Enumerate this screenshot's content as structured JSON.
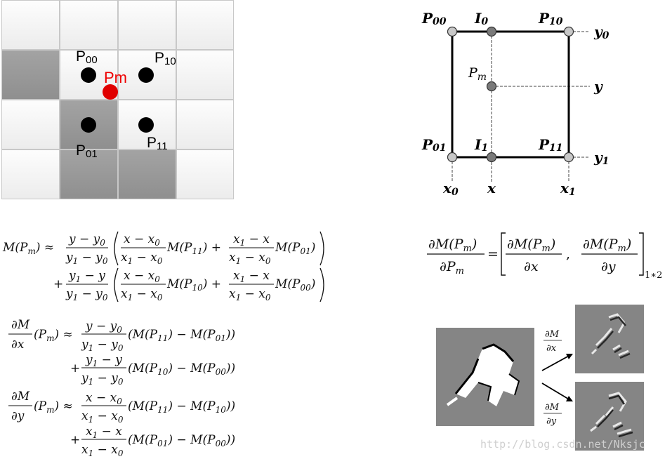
{
  "grid_figure": {
    "labels": {
      "p00": "P",
      "p00_sub": "00",
      "p10": "P",
      "p10_sub": "10",
      "p01": "P",
      "p01_sub": "01",
      "p11": "P",
      "p11_sub": "11",
      "pm": "Pm"
    },
    "colors": {
      "pm": "#ff0000",
      "dark_cell": "#999999",
      "light_cell": "#f3f3f3"
    }
  },
  "interp_figure": {
    "corners": {
      "p00": "P",
      "p00_sub": "00",
      "p10": "P",
      "p10_sub": "10",
      "p01": "P",
      "p01_sub": "01",
      "p11": "P",
      "p11_sub": "11"
    },
    "i0": "I",
    "i0_sub": "0",
    "i1": "I",
    "i1_sub": "1",
    "pm": "P",
    "pm_sub": "m",
    "y0": "y",
    "y0_sub": "0",
    "y": "y",
    "y1": "y",
    "y1_sub": "1",
    "x0": "x",
    "x0_sub": "0",
    "x": "x",
    "x1": "x",
    "x1_sub": "1"
  },
  "gradient_eq": {
    "lhs_num": "∂M(P",
    "lhs_num_sub": "m",
    "lhs_den": "∂P",
    "lhs_den_sub": "m",
    "comp1_num": "∂M(P",
    "comp1_num_sub": "m",
    "comp1_den": "∂x",
    "comp2_num": "∂M(P",
    "comp2_num_sub": "m",
    "comp2_den": "∂y",
    "dims": "1∗2"
  },
  "gradient_images": {
    "dx_label_num": "∂M",
    "dx_label_den": "∂x",
    "dy_label_num": "∂M",
    "dy_label_den": "∂y"
  },
  "watermark": "http://blog.csdn.net/Nksjc"
}
